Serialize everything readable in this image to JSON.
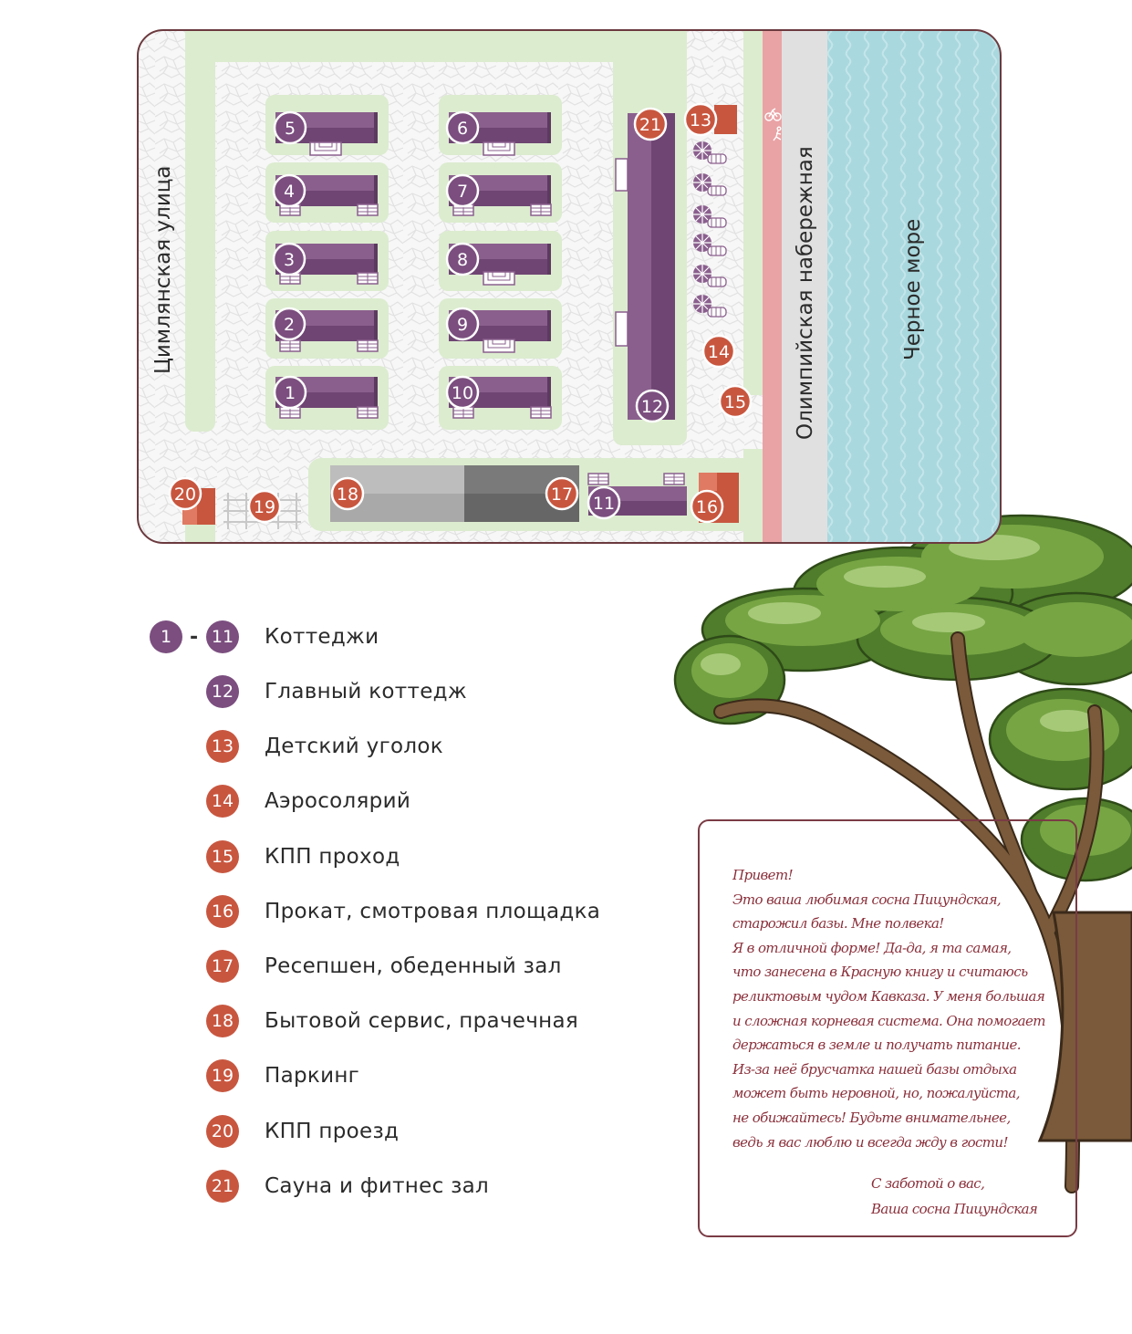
{
  "map": {
    "streets": {
      "left_street": "Цимлянская улица",
      "embankment": "Олимпийская набережная",
      "sea": "Черное море"
    },
    "markers": [
      "1",
      "2",
      "3",
      "4",
      "5",
      "6",
      "7",
      "8",
      "9",
      "10",
      "11",
      "12",
      "13",
      "14",
      "15",
      "16",
      "17",
      "18",
      "19",
      "20",
      "21"
    ]
  },
  "legend": {
    "range_from": "1",
    "range_sep": "-",
    "range_to": "11",
    "range_label": "Коттеджи",
    "items": [
      {
        "num": "12",
        "label": "Главный коттедж"
      },
      {
        "num": "13",
        "label": "Детский уголок"
      },
      {
        "num": "14",
        "label": "Аэросолярий"
      },
      {
        "num": "15",
        "label": "КПП проход"
      },
      {
        "num": "16",
        "label": "Прокат, смотровая площадка"
      },
      {
        "num": "17",
        "label": "Ресепшен, обеденный зал"
      },
      {
        "num": "18",
        "label": "Бытовой сервис, прачечная"
      },
      {
        "num": "19",
        "label": "Паркинг"
      },
      {
        "num": "20",
        "label": "КПП проезд"
      },
      {
        "num": "21",
        "label": "Сауна и фитнес зал"
      }
    ]
  },
  "note": {
    "lines": [
      "Привет!",
      "Это ваша любимая сосна Пицундская,",
      "старожил базы. Мне полвека!",
      "Я в отличной форме! Да-да, я та самая,",
      "что занесена в Красную книгу и считаюсь",
      "реликтовым чудом Кавказа. У меня большая",
      "и сложная корневая система. Она помогает",
      "держаться в земле и получать питание.",
      "Из-за неё брусчатка нашей базы отдыха",
      "может быть неровной, но, пожалуйста,",
      "не обижайтесь! Будьте внимательнее,",
      "ведь я вас люблю и всегда жду в гости!"
    ],
    "sign_1": "С заботой о вас,",
    "sign_2": "Ваша сосна Пицундская"
  },
  "colors": {
    "purple": "#7b4e7f",
    "red": "#c8563f",
    "green": "#dceccf",
    "sea": "#a9d8de",
    "road": "#e0e0e0",
    "path": "#e9a3a5",
    "frame": "#6b3a3f"
  }
}
